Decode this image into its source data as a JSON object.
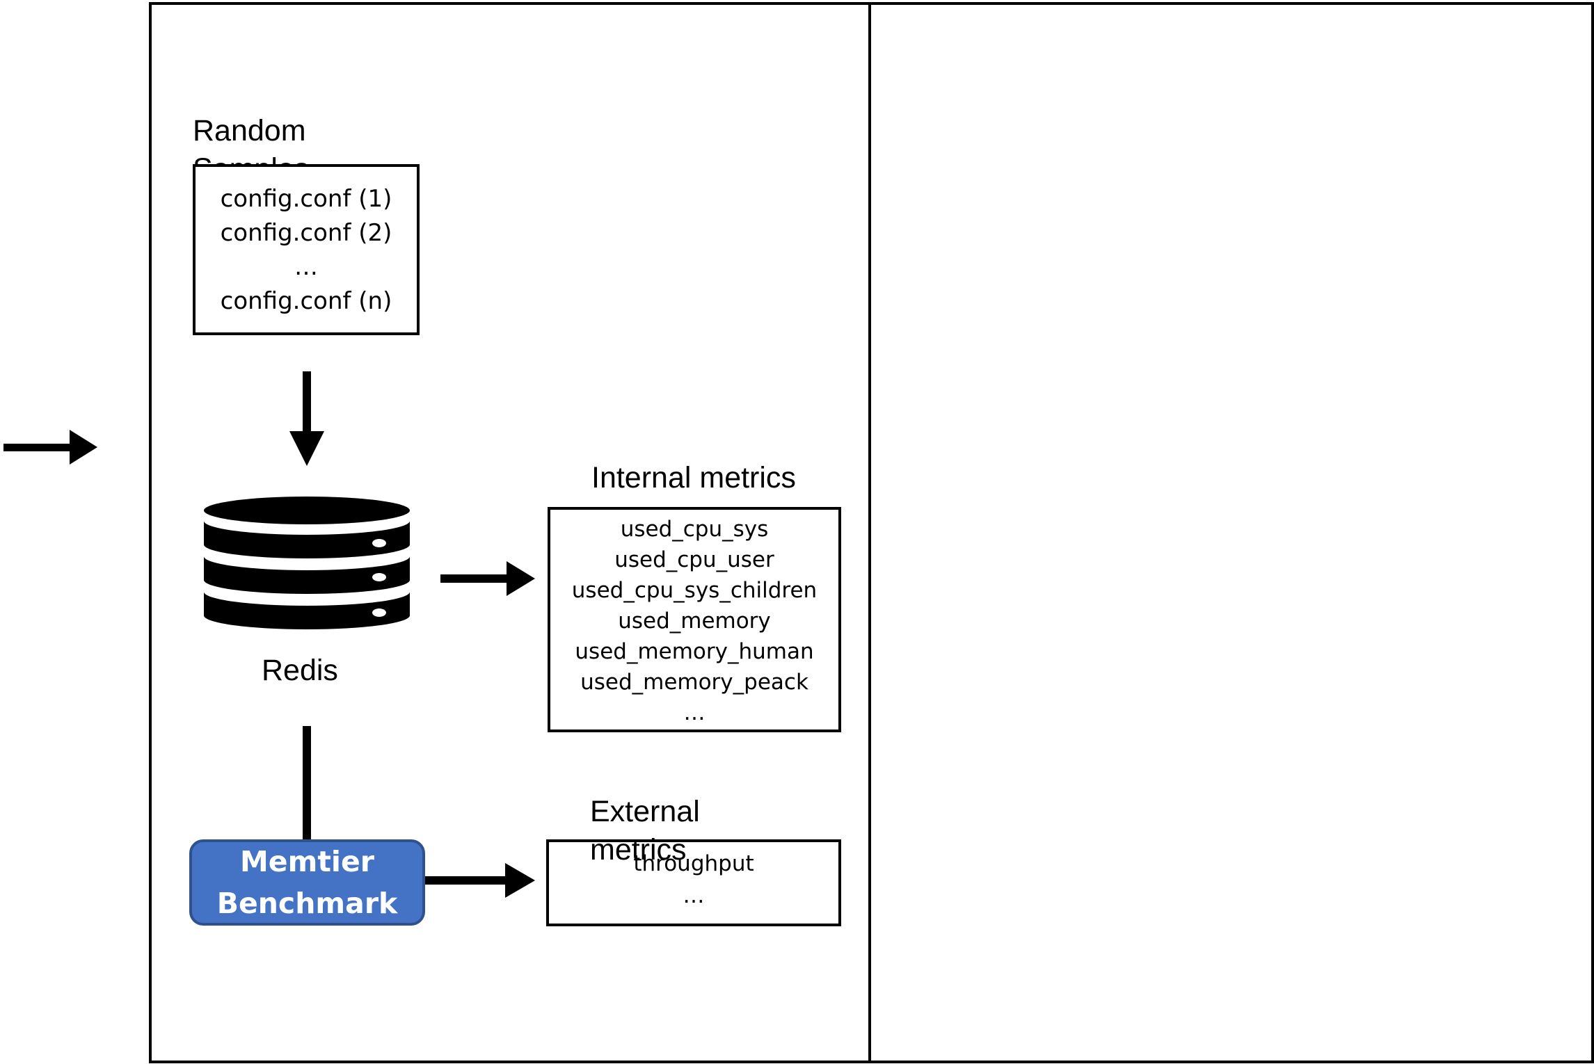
{
  "random_samples": {
    "heading": "Random Samples",
    "items": [
      "config.conf (1)",
      "config.conf (2)",
      "…",
      "config.conf (n)"
    ]
  },
  "redis": {
    "label": "Redis",
    "icon": "database-server-icon"
  },
  "internal_metrics": {
    "heading": "Internal metrics",
    "items": [
      "used_cpu_sys",
      "used_cpu_user",
      "used_cpu_sys_children",
      "used_memory",
      "used_memory_human",
      "used_memory_peack",
      "…"
    ]
  },
  "external_metrics": {
    "heading": "External metrics",
    "items": [
      "throughput",
      "…"
    ]
  },
  "memtier": {
    "label_line1": "Memtier",
    "label_line2": "Benchmark",
    "fill_color": "#4472c4",
    "border_color": "#2f528f"
  }
}
